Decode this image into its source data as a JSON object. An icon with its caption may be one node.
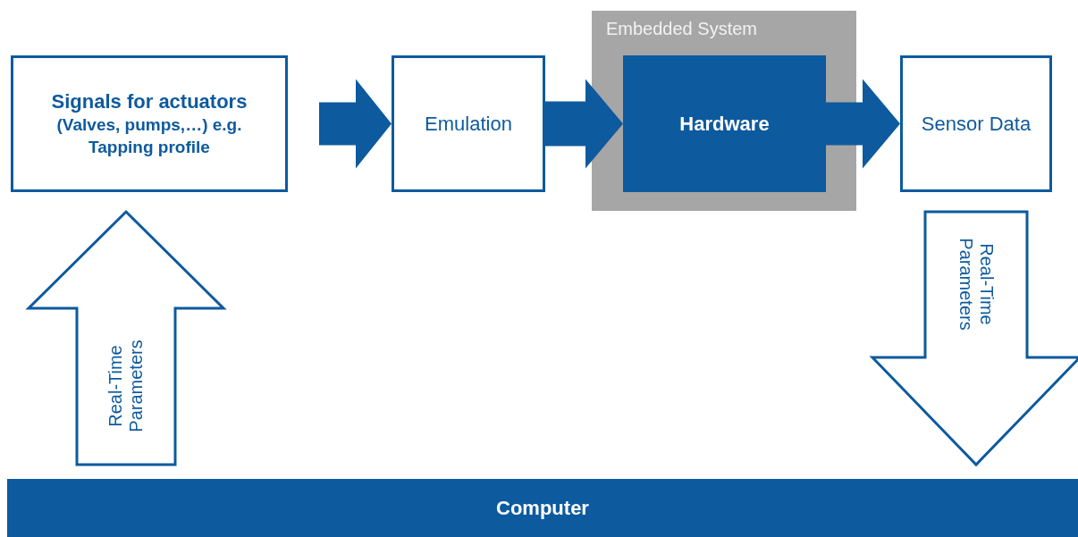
{
  "diagram": {
    "nodes": [
      {
        "text": [
          "Signals for actuators",
          "(Valves, pumps,…) e.g. Tapping profile"
        ]
      },
      {
        "text": [
          "Emulation"
        ]
      },
      {
        "text": [
          "Embedded System"
        ]
      },
      {
        "text": [
          "Hardware"
        ],
        "in": 2
      },
      {
        "text": [
          "Sensor Data"
        ]
      },
      {
        "text": [
          "Computer"
        ]
      }
    ],
    "edges": [
      {
        "from": 0,
        "to": 1,
        "arrow": "to"
      },
      {
        "from": 1,
        "to": 3,
        "arrow": "to"
      },
      {
        "from": 3,
        "to": 4,
        "arrow": "to"
      },
      {
        "from": 5,
        "to": 0,
        "arrow": "to",
        "label": "Real-Time Parameters"
      },
      {
        "from": 4,
        "to": 5,
        "arrow": "to",
        "label": "Real-Time Parameters"
      }
    ]
  }
}
